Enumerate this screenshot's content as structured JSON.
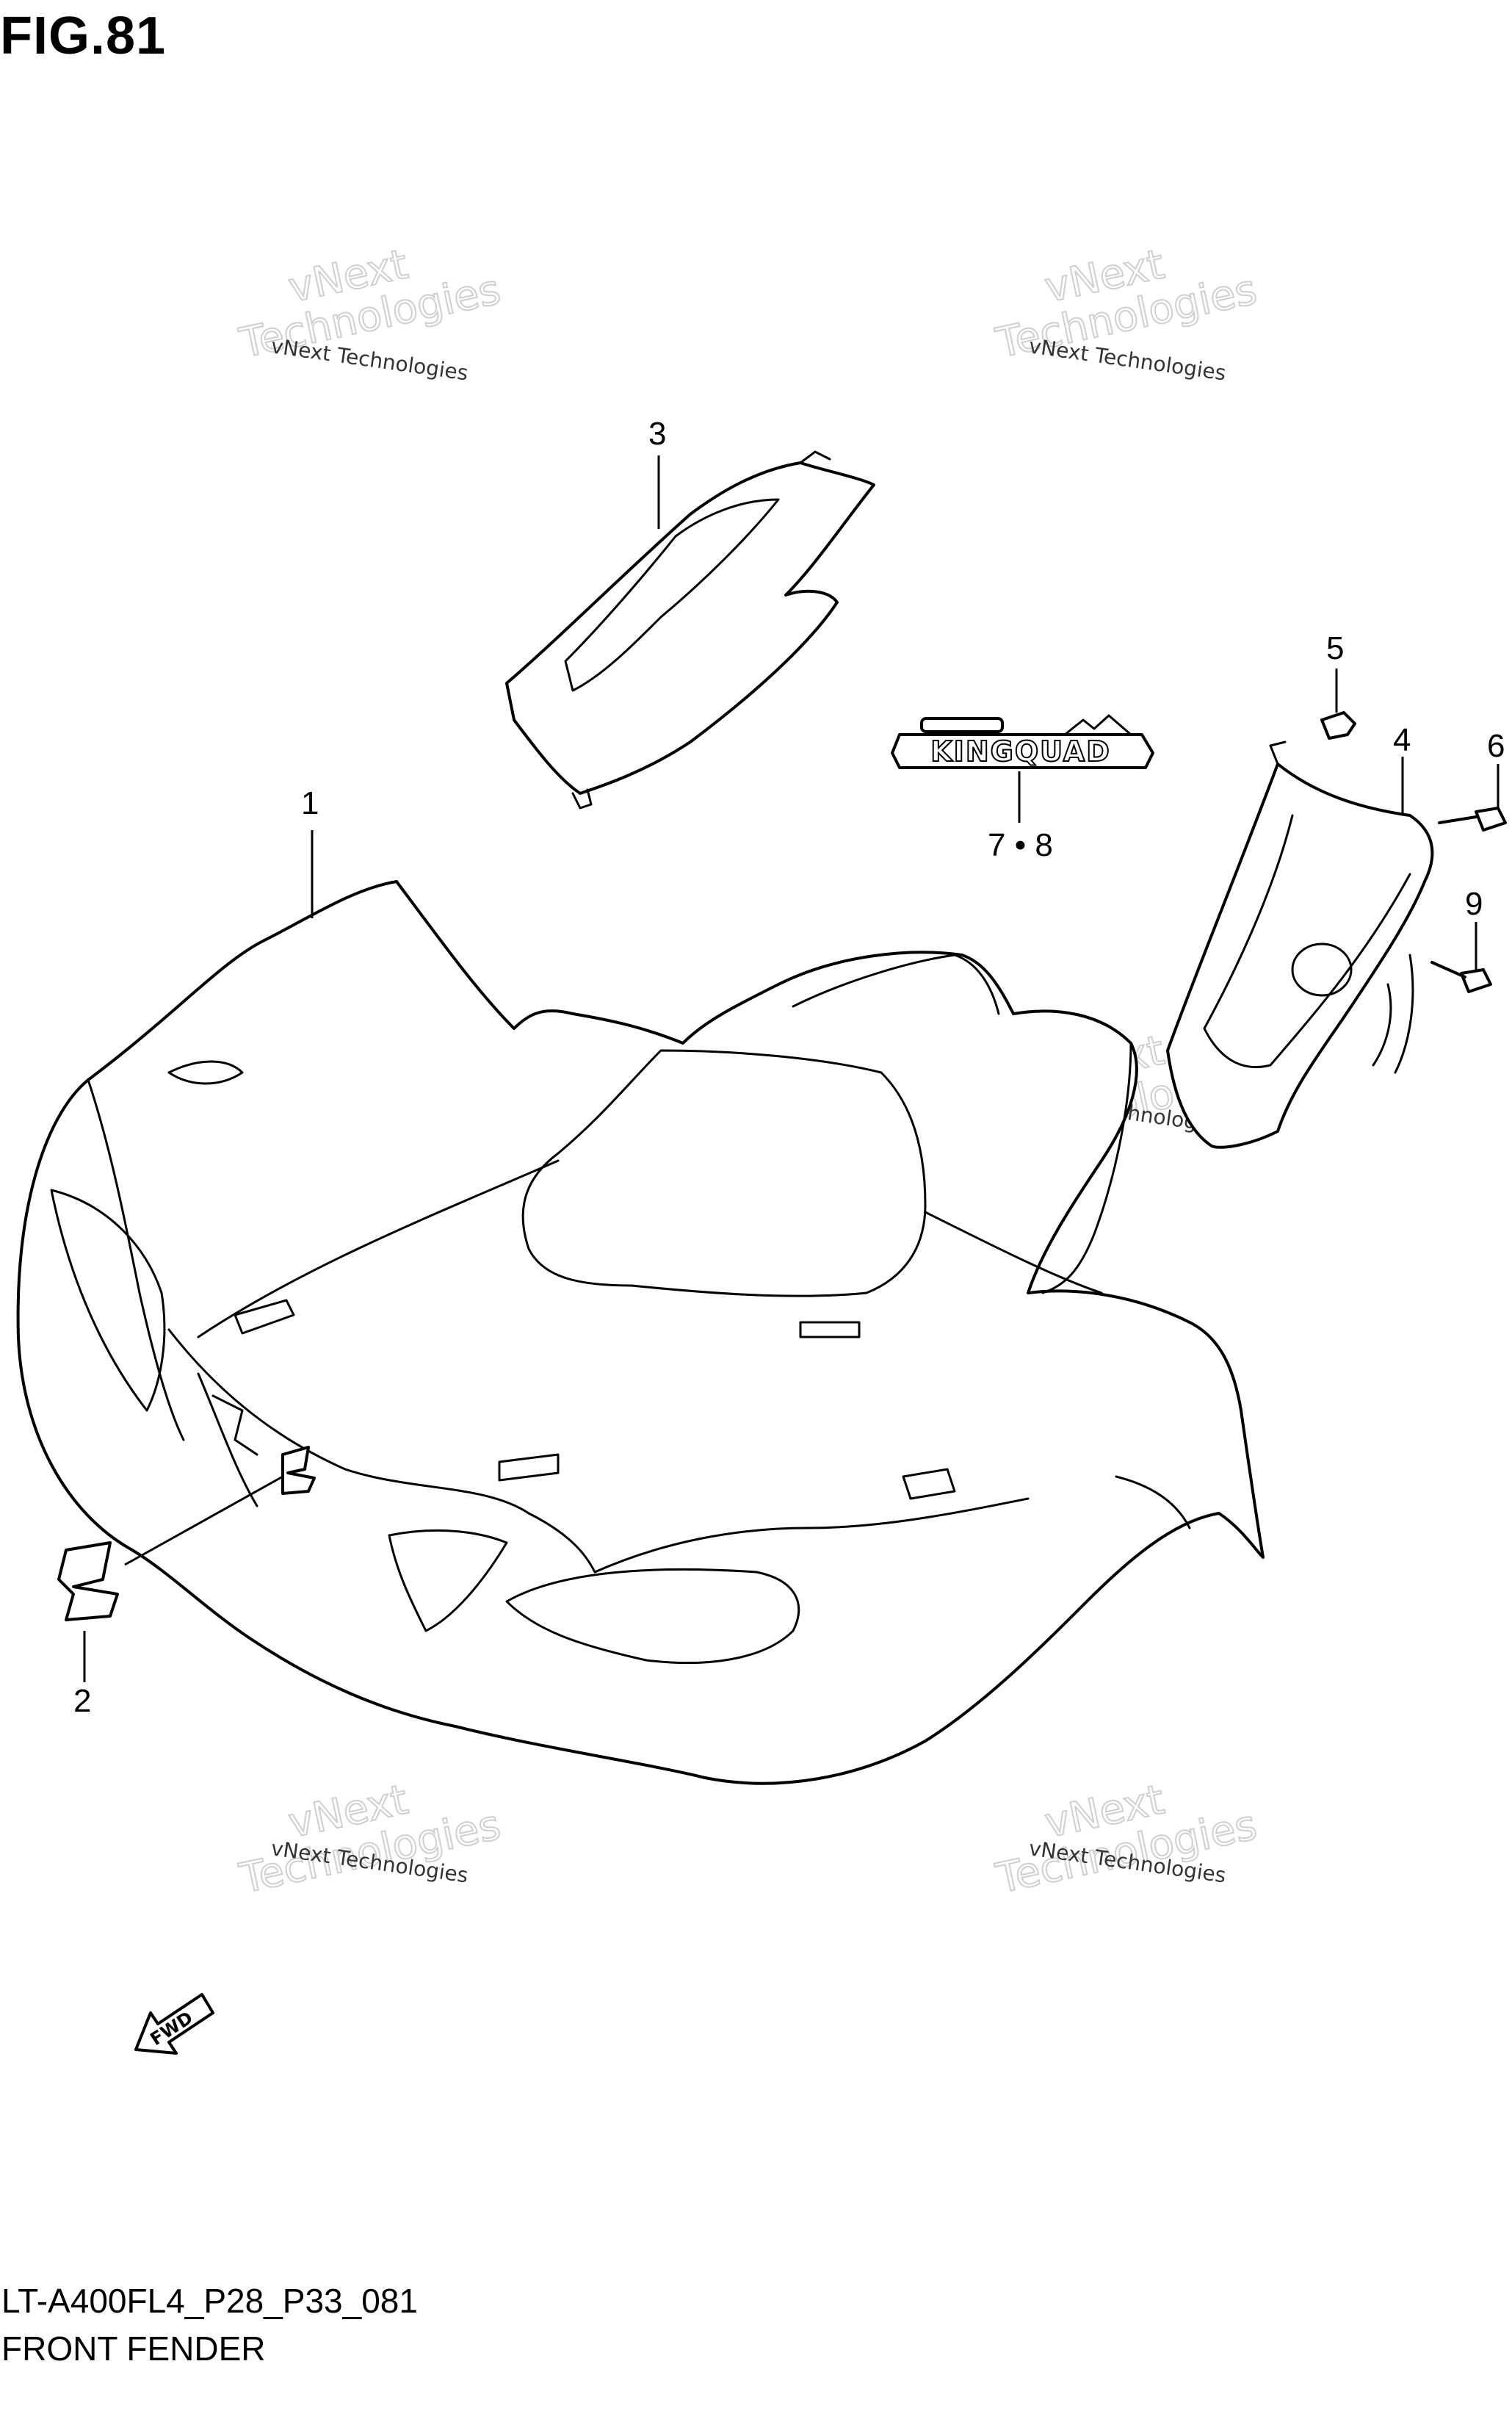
{
  "figure": {
    "title": "FIG.81",
    "code": "LT-A400FL4_P28_P33_081",
    "name": "FRONT FENDER"
  },
  "callouts": {
    "c1": "1",
    "c2": "2",
    "c3": "3",
    "c4": "4",
    "c5": "5",
    "c6": "6",
    "c78": "7 • 8",
    "c9": "9"
  },
  "decal": {
    "text": "KINGQUAD"
  },
  "direction": {
    "label": "FWD"
  },
  "watermark": {
    "line_small": "vNext Technologies",
    "line_big_1": "vNext",
    "line_big_2": "Technologies"
  }
}
